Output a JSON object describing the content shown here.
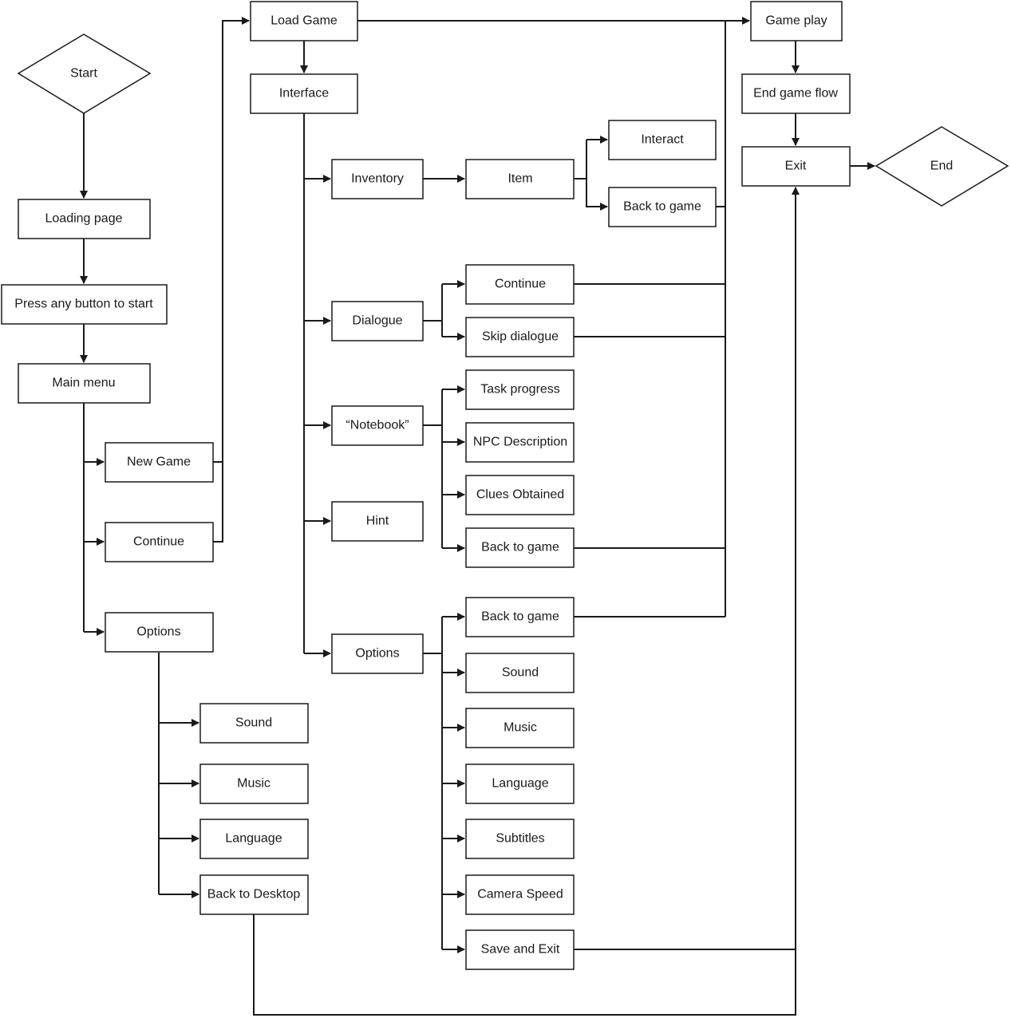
{
  "nodes": {
    "start": "Start",
    "loading": "Loading page",
    "press": "Press any button to start",
    "mainmenu": "Main menu",
    "newgame": "New Game",
    "continue": "Continue",
    "options": "Options",
    "sound1": "Sound",
    "music1": "Music",
    "language1": "Language",
    "backdesk": "Back to Desktop",
    "loadgame": "Load Game",
    "interface": "Interface",
    "inventory": "Inventory",
    "item": "Item",
    "interact": "Interact",
    "backgame1": "Back to game",
    "dialogue": "Dialogue",
    "continue2": "Continue",
    "skip": "Skip dialogue",
    "notebook": "“Notebook”",
    "task": "Task progress",
    "npc": "NPC Description",
    "clues": "Clues Obtained",
    "backgame2": "Back to game",
    "hint": "Hint",
    "options2": "Options",
    "backgame3": "Back to game",
    "sound2": "Sound",
    "music2": "Music",
    "language2": "Language",
    "subtitles": "Subtitles",
    "camera": "Camera Speed",
    "saveexit": "Save and Exit",
    "gameplay": "Game play",
    "endflow": "End game flow",
    "exit": "Exit",
    "end": "End"
  }
}
